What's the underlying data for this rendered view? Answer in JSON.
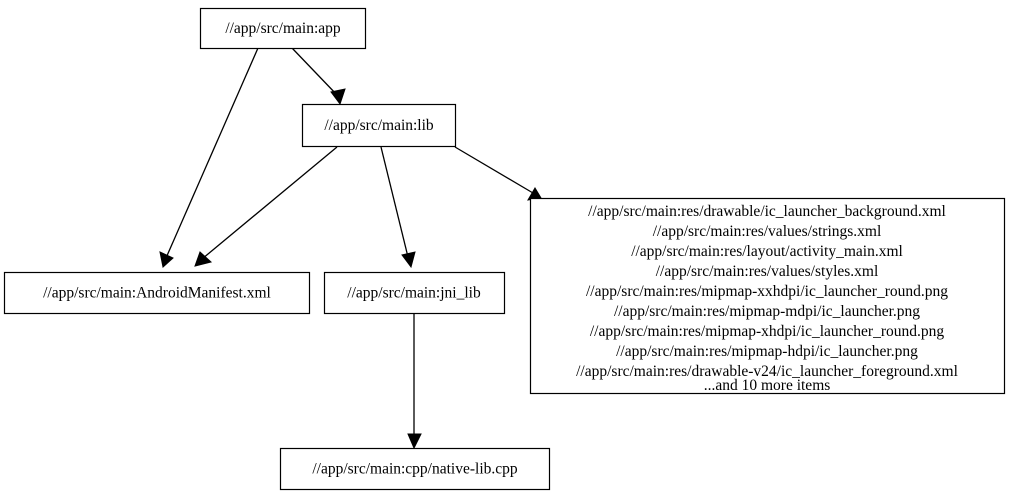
{
  "diagram": {
    "title": "bazel-dependency-graph",
    "background_color": "#ffffff",
    "stroke_color": "#000000",
    "nodes": [
      {
        "id": "app",
        "label": "//app/src/main:app"
      },
      {
        "id": "lib",
        "label": "//app/src/main:lib"
      },
      {
        "id": "manifest",
        "label": "//app/src/main:AndroidManifest.xml"
      },
      {
        "id": "jni_lib",
        "label": "//app/src/main:jni_lib"
      },
      {
        "id": "native_lib",
        "label": "//app/src/main:cpp/native-lib.cpp"
      },
      {
        "id": "resources",
        "lines": [
          "//app/src/main:res/drawable/ic_launcher_background.xml",
          "//app/src/main:res/values/strings.xml",
          "//app/src/main:res/layout/activity_main.xml",
          "//app/src/main:res/values/styles.xml",
          "//app/src/main:res/mipmap-xxhdpi/ic_launcher_round.png",
          "//app/src/main:res/mipmap-mdpi/ic_launcher.png",
          "//app/src/main:res/mipmap-xhdpi/ic_launcher_round.png",
          "//app/src/main:res/mipmap-hdpi/ic_launcher.png",
          "//app/src/main:res/drawable-v24/ic_launcher_foreground.xml",
          "...and 10 more items"
        ]
      }
    ],
    "edges": [
      {
        "from": "app",
        "to": "lib"
      },
      {
        "from": "app",
        "to": "manifest"
      },
      {
        "from": "lib",
        "to": "manifest"
      },
      {
        "from": "lib",
        "to": "jni_lib"
      },
      {
        "from": "lib",
        "to": "resources"
      },
      {
        "from": "jni_lib",
        "to": "native_lib"
      }
    ]
  }
}
